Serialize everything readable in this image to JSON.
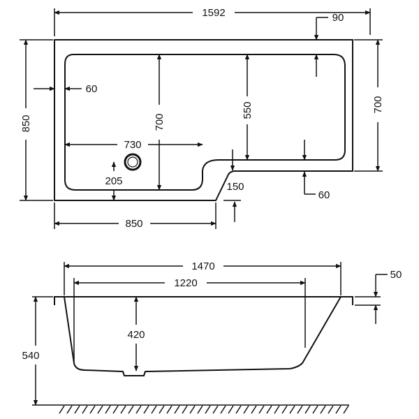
{
  "plan_view": {
    "overall_length": "1592",
    "rim_right": "90",
    "rim_left": "60",
    "overall_width_left": "850",
    "basin_length_700": "700",
    "basin_depth_550": "550",
    "overall_width_right": "700",
    "basin_narrow_730": "730",
    "waste_offset": "205",
    "step_150": "150",
    "rim_bottom_60": "60",
    "wide_end_850": "850"
  },
  "side_view": {
    "top_length": "1470",
    "basin_floor_length": "1220",
    "rim_thickness": "50",
    "basin_depth": "420",
    "overall_height": "540"
  }
}
